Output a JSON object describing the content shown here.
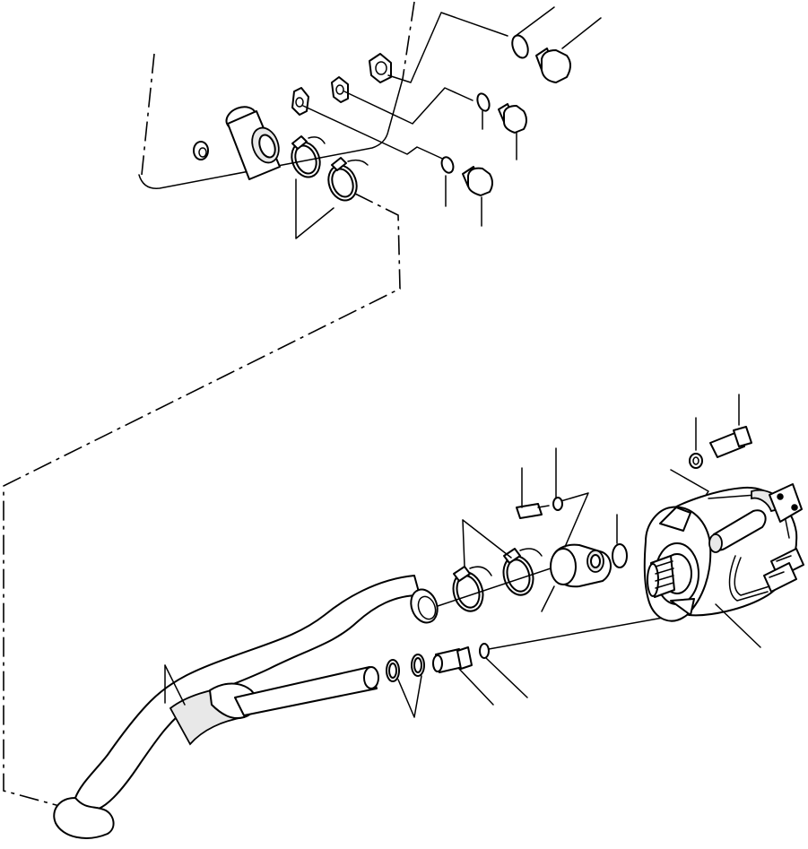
{
  "diagram": {
    "kind": "exploded-parts-view",
    "colors": {
      "line": "#000000",
      "background": "#ffffff",
      "shading": "#e8e8e8"
    },
    "components": [
      "tank-panel",
      "outlet-port-fitting",
      "plug-upper",
      "plug-middle",
      "plug-lower",
      "hose-clamp-pair-upper",
      "suction-hose",
      "hose-clamp-pair-lower",
      "flange-adapter",
      "hydraulic-pump",
      "mounting-bolt",
      "hose-nipple",
      "small-hose"
    ]
  }
}
